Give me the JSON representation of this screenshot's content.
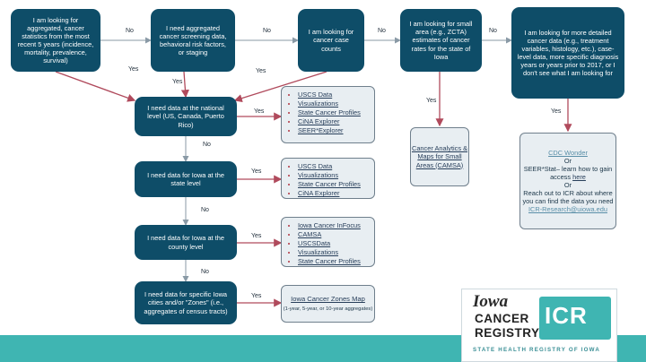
{
  "nodes": {
    "q1": "I am looking for aggregated, cancer statistics from the most recent 5 years (incidence, mortality, prevalence, survival)",
    "q2": "I need aggregated cancer screening data, behavioral risk factors, or staging",
    "q3": "I am looking for cancer case counts",
    "q4": "I am looking for small area (e.g., ZCTA) estimates of cancer rates for the state of Iowa",
    "q5": "I am looking for more detailed cancer data (e.g., treatment variables, histology, etc.), case-level data, more specific diagnosis years or years prior to 2017, or I don't see what I am looking for",
    "d1": "I need data at the national level (US, Canada, Puerto Rico)",
    "d2": "I need data for Iowa at the state level",
    "d3": "I need data for Iowa at the county level",
    "d4": "I need data for specific Iowa cities and/or \"Zones\" (i.e., aggregates of census tracts)"
  },
  "resources": {
    "r1": [
      "USCS Data",
      "Visualizations",
      "State Cancer Profiles",
      "CiNA Explorer",
      "SEER*Explorer"
    ],
    "r2": [
      "USCS Data",
      "Visualizations",
      "State Cancer Profiles",
      "CiNA Explorer"
    ],
    "r3": [
      "Iowa Cancer InFocus",
      "CAMSA",
      "USCSData",
      "Visualizations",
      "State Cancer Profiles"
    ],
    "r4_title": "Iowa Cancer Zones Map",
    "r4_sub": "(1-year, 5-year, or 10-year aggregates)",
    "camsa": "Cancer Analytics & Maps for Small Areas (CAMSA)",
    "final": {
      "cdc": "CDC Wonder",
      "or1": "Or",
      "seer_pre": "SEER*Stat– learn how to gain access ",
      "seer_link": "here",
      "or2": "Or",
      "reach": "Reach out to ICR about where you can find the data you need ",
      "email": "ICR-Research@uiowa.edu"
    }
  },
  "labels": {
    "yes": "Yes",
    "no": "No"
  },
  "logo": {
    "iowa": "Iowa",
    "cancer": "CANCER",
    "registry": "REGISTRY",
    "icr": "ICR",
    "tagline": "STATE HEALTH REGISTRY OF IOWA"
  },
  "colors": {
    "dark_box": "#0e4d68",
    "arrow": "#b04a5c",
    "connector": "#8a9aa6",
    "band": "#3fb5b2"
  }
}
